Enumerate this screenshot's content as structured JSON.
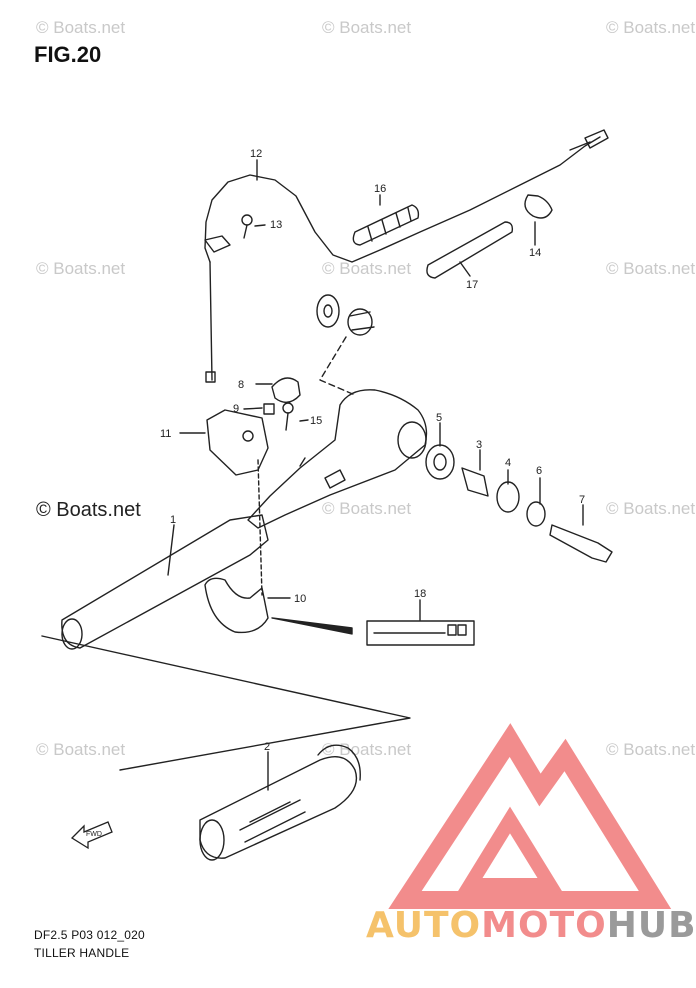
{
  "figure": {
    "title": "FIG.20"
  },
  "watermark": {
    "text": "© Boats.net"
  },
  "parts": [
    {
      "number": "1"
    },
    {
      "number": "2"
    },
    {
      "number": "3"
    },
    {
      "number": "4"
    },
    {
      "number": "5"
    },
    {
      "number": "6"
    },
    {
      "number": "7"
    },
    {
      "number": "8"
    },
    {
      "number": "9"
    },
    {
      "number": "10"
    },
    {
      "number": "11"
    },
    {
      "number": "12"
    },
    {
      "number": "13"
    },
    {
      "number": "14"
    },
    {
      "number": "15"
    },
    {
      "number": "16"
    },
    {
      "number": "17"
    },
    {
      "number": "18"
    }
  ],
  "footer": {
    "code": "DF2.5 P03 012_020",
    "caption": "TILLER HANDLE"
  },
  "logo": {
    "part1": "AUTO",
    "part2": "MOTO",
    "part3": "HUB"
  },
  "fwd_badge": {
    "text": "FWD"
  },
  "colors": {
    "line": "#222222",
    "logo_red": "#f28c8c",
    "logo_yellow": "#f5c26b",
    "logo_gray": "#9a9a9a"
  }
}
